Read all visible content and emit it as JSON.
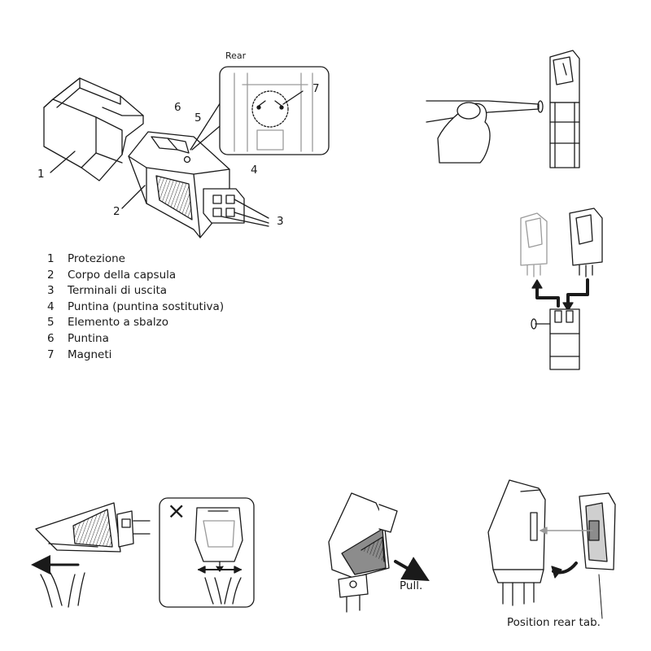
{
  "callouts": {
    "n1": "1",
    "n2": "2",
    "n3": "3",
    "n4": "4",
    "n5": "5",
    "n6": "6",
    "n7": "7",
    "rear": "Rear"
  },
  "legend": [
    {
      "num": "1",
      "text": "Protezione"
    },
    {
      "num": "2",
      "text": "Corpo della capsula"
    },
    {
      "num": "3",
      "text": "Terminali di uscita"
    },
    {
      "num": "4",
      "text": "Puntina (puntina sostitutiva)"
    },
    {
      "num": "5",
      "text": "Elemento a sbalzo"
    },
    {
      "num": "6",
      "text": "Puntina"
    },
    {
      "num": "7",
      "text": "Magneti"
    }
  ],
  "steps": {
    "pull": "Pull.",
    "position_rear_tab": "Position rear tab."
  },
  "symbols": {
    "prohibited_mark": "×"
  },
  "colors": {
    "line": "#1a1a1a",
    "hatch_gray": "#9a9a9a",
    "mid_gray": "#8c8c8c"
  }
}
